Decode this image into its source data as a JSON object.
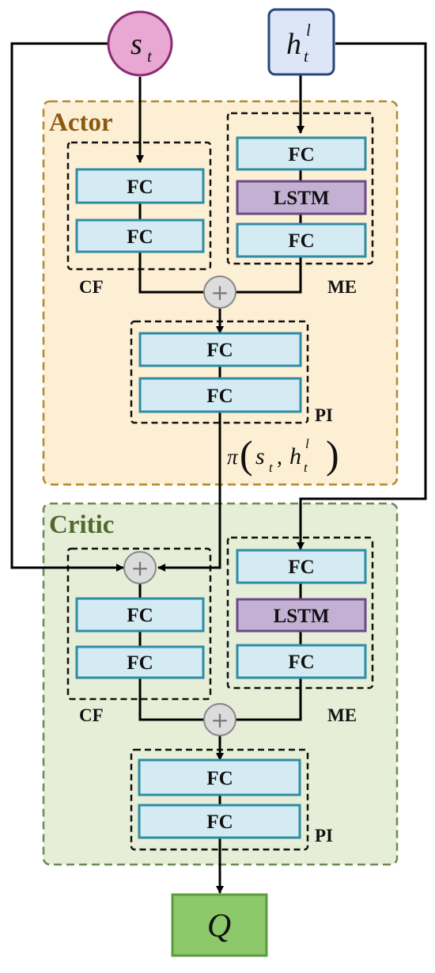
{
  "inputs": {
    "state": {
      "symbol": "s",
      "subscript": "t",
      "color": "#e9a7d3",
      "stroke": "#8a2b74"
    },
    "history": {
      "symbol": "h",
      "subscript": "t",
      "superscript": "l",
      "color": "#dde6f7",
      "stroke": "#28477a"
    }
  },
  "actor": {
    "title": "Actor",
    "title_color": "#8b5a12",
    "bg": "#fcefd4",
    "border": "#b2892f",
    "cf": {
      "label": "CF",
      "layers": [
        "FC",
        "FC"
      ]
    },
    "me": {
      "label": "ME",
      "layers": [
        "FC",
        "LSTM",
        "FC"
      ]
    },
    "pi": {
      "label": "PI",
      "layers": [
        "FC",
        "FC"
      ]
    },
    "policy_output": {
      "func": "π",
      "arg1": "s",
      "arg1_sub": "t",
      "sep": ",",
      "arg2": "h",
      "arg2_sub": "t",
      "arg2_sup": "l"
    }
  },
  "critic": {
    "title": "Critic",
    "title_color": "#4f6a2c",
    "bg": "#e6eed7",
    "border": "#6d8a55",
    "cf": {
      "label": "CF",
      "layers": [
        "FC",
        "FC"
      ]
    },
    "me": {
      "label": "ME",
      "layers": [
        "FC",
        "LSTM",
        "FC"
      ]
    },
    "pi": {
      "label": "PI",
      "layers": [
        "FC",
        "FC"
      ]
    }
  },
  "output": {
    "label": "Q",
    "color": "#8dc96a",
    "stroke": "#5c9a3e"
  },
  "colors": {
    "fc_fill": "#d4ebf3",
    "fc_stroke": "#2e8ca6",
    "lstm_fill": "#c3b0d3",
    "lstm_stroke": "#6b4a84",
    "sum_fill": "#dcdcdc",
    "sum_stroke": "#888888"
  },
  "sum_symbol": "+"
}
